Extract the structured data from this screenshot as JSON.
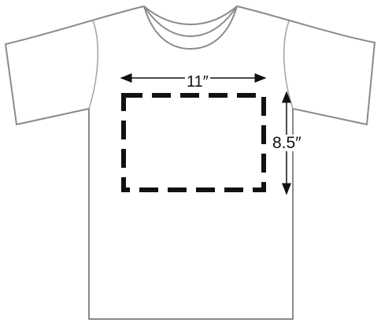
{
  "diagram": {
    "width_label": "11″",
    "height_label": "8.5″"
  },
  "icons": {
    "garment": "t-shirt-icon",
    "print_area": "dashed-rectangle",
    "width_arrow": "double-headed-horizontal-arrow",
    "height_arrow": "double-headed-vertical-arrow"
  },
  "colors": {
    "outline": "#8a8a8a",
    "print_area": "#111111",
    "arrows": "#111111",
    "background": "#ffffff"
  }
}
